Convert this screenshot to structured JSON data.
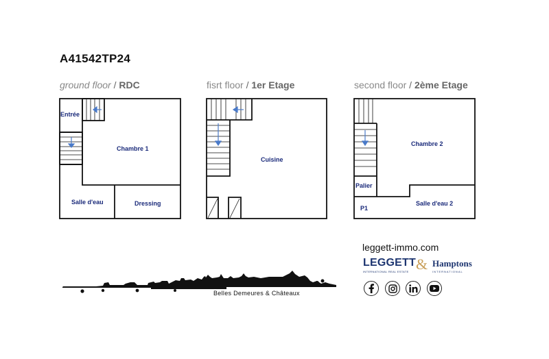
{
  "reference": "A41542TP24",
  "floors": [
    {
      "en": "ground floor",
      "sep": "/",
      "fr": "RDC"
    },
    {
      "en": "fisrt floor",
      "sep": "/",
      "fr": "1er Etage"
    },
    {
      "en": "second floor",
      "sep": "/",
      "fr": "2ème Etage"
    }
  ],
  "rooms": {
    "entree": "Entrée",
    "chambre1": "Chambre 1",
    "salle_eau": "Salle d'eau",
    "dressing": "Dressing",
    "cuisine": "Cuisine",
    "chambre2": "Chambre 2",
    "palier": "Palier",
    "p1": "P1",
    "salle_eau2": "Salle d'eau 2"
  },
  "website": "leggett-immo.com",
  "brands": {
    "leggett": "LEGGETT",
    "leggett_sub": "INTERNATIONAL REAL ESTATE",
    "ampersand": "&",
    "hamptons": "Hamptons",
    "hamptons_sub": "INTERNATIONAL"
  },
  "social_icons": [
    "facebook-icon",
    "instagram-icon",
    "linkedin-icon",
    "youtube-icon"
  ],
  "tagline": "Belles Demeures & Châteaux",
  "colors": {
    "room_label": "#1a2a7a",
    "arrow": "#4a7ac9",
    "brand": "#1d3570",
    "ampersand": "#c9a05b"
  }
}
